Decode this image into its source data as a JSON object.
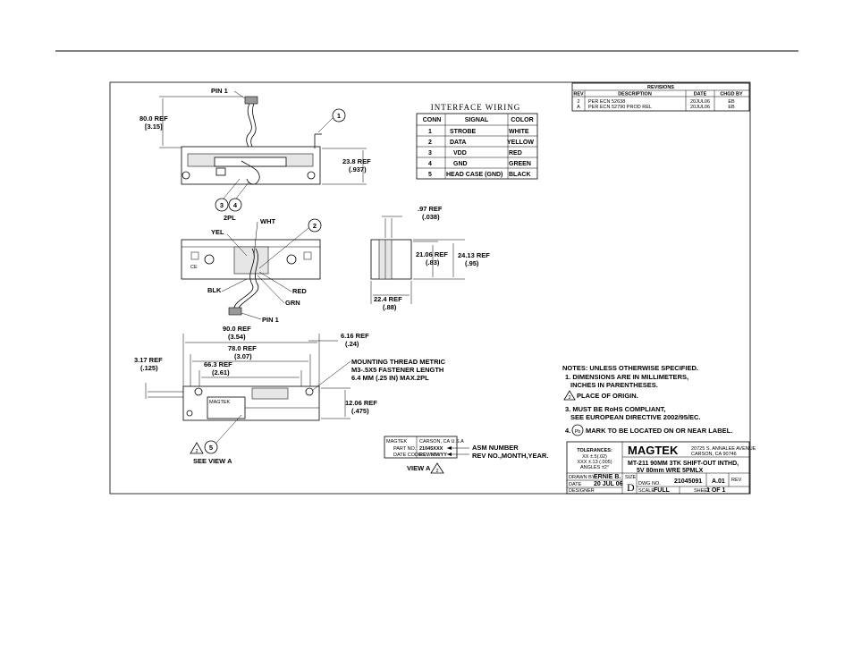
{
  "interface_wiring": {
    "title": "INTERFACE WIRING",
    "headers": [
      "CONN",
      "SIGNAL",
      "COLOR"
    ],
    "rows": [
      [
        "1",
        "STROBE",
        "WHITE"
      ],
      [
        "2",
        "DATA",
        "YELLOW"
      ],
      [
        "3",
        "VDD",
        "RED"
      ],
      [
        "4",
        "GND",
        "GREEN"
      ],
      [
        "5",
        "HEAD CASE (GND)",
        "BLACK"
      ]
    ]
  },
  "revisions": {
    "title": "REVISIONS",
    "headers": [
      "REV",
      "DESCRIPTION",
      "DATE",
      "CHGD BY"
    ],
    "rows": [
      [
        "2",
        "PER ECN 52638",
        "20JUL06",
        "EB"
      ],
      [
        "A",
        "PER ECN 52790 PROD REL",
        "20JUL06",
        "EB"
      ]
    ]
  },
  "top_view": {
    "pin1": "PIN 1",
    "dim_80": "80.0 REF",
    "dim_80_in": "[3.15]",
    "dim_238": "23.8 REF",
    "dim_238_in": "(.937)",
    "balloon_1": "1",
    "balloon_3": "3",
    "balloon_4": "4",
    "two_pl": "2PL"
  },
  "middle_view": {
    "yel": "YEL",
    "wht": "WHT",
    "blk": "BLK",
    "red": "RED",
    "grn": "GRN",
    "pin1": "PIN 1",
    "balloon_2": "2"
  },
  "side_view": {
    "dim_97": ".97 REF",
    "dim_97_in": "(.038)",
    "dim_2106": "21.06 REF",
    "dim_2106_in": "(.83)",
    "dim_2413": "24.13 REF",
    "dim_2413_in": "(.95)",
    "dim_224": "22.4 REF",
    "dim_224_in": "(.88)"
  },
  "bottom_view": {
    "dim_900": "90.0 REF",
    "dim_900_in": "(3.54)",
    "dim_780": "78.0 REF",
    "dim_780_in": "(3.07)",
    "dim_663": "66.3 REF",
    "dim_663_in": "(2.61)",
    "dim_616": "6.16 REF",
    "dim_616_in": "(.24)",
    "dim_317": "3.17 REF",
    "dim_317_in": "(.125)",
    "dim_1206": "12.06 REF",
    "dim_1206_in": "(.475)",
    "mount_1": "MOUNTING THREAD METRIC",
    "mount_2": "M3-.5X5 FASTENER LENGTH",
    "mount_3": "6.4 MM (.25 IN) MAX.2PL",
    "balloon_5": "5",
    "triangle_2": "2",
    "see_view": "SEE VIEW A"
  },
  "label_view": {
    "part_no_label": "PART NO.",
    "part_no": "21045XXX",
    "date_code_label": "DATE CODE",
    "date_code": "REV/MM/YY",
    "country": "CARSON, CA U.S.A",
    "asm": "ASM NUMBER",
    "rev": "REV NO.,MONTH,YEAR.",
    "view_a": "VIEW A",
    "triangle_2": "2"
  },
  "notes": {
    "heading": "NOTES: UNLESS OTHERWISE SPECIFIED.",
    "n1a": "1. DIMENSIONS ARE IN MILLIMETERS,",
    "n1b": "INCHES IN PARENTHESES.",
    "n2_num": "2",
    "n2": "PLACE OF ORIGIN.",
    "n3a": "3. MUST BE RoHS COMPLIANT,",
    "n3b": "SEE EUROPEAN DIRECTIVE 2002/95/EC.",
    "n4_num": "4.",
    "n4_sym": "Pb",
    "n4": "MARK TO BE LOCATED ON OR NEAR LABEL."
  },
  "title_block": {
    "tolerances": "TOLERANCES:",
    "tol1": "XX ±.5(.02)",
    "tol2": "XXX ±.13 (.005)",
    "tol3": "ANGLES ±2°",
    "company": "MAGTEK",
    "address1": "20725 S. ANNALEE AVENUE",
    "address2": "CARSON, CA 90746",
    "desc1": "MT-211 90MM 3TK SHIFT-OUT INTHD,",
    "desc2": "5V  80mm WRE 5PMLX",
    "drawn_by_label": "DRAWN BY",
    "drawn_by": "ERNIE B.",
    "date_label": "DATE",
    "date": "20 JUL 06",
    "designer_label": "DESIGNER",
    "size_label": "SIZE",
    "size": "D",
    "dwg_no_label": "DWG NO.",
    "dwg_no": "21045091",
    "rev_label": "REV",
    "rev": "A.01",
    "scale_label": "SCALE",
    "scale": "FULL",
    "sheet_label": "SHEET",
    "sheet": "1 OF 1"
  }
}
